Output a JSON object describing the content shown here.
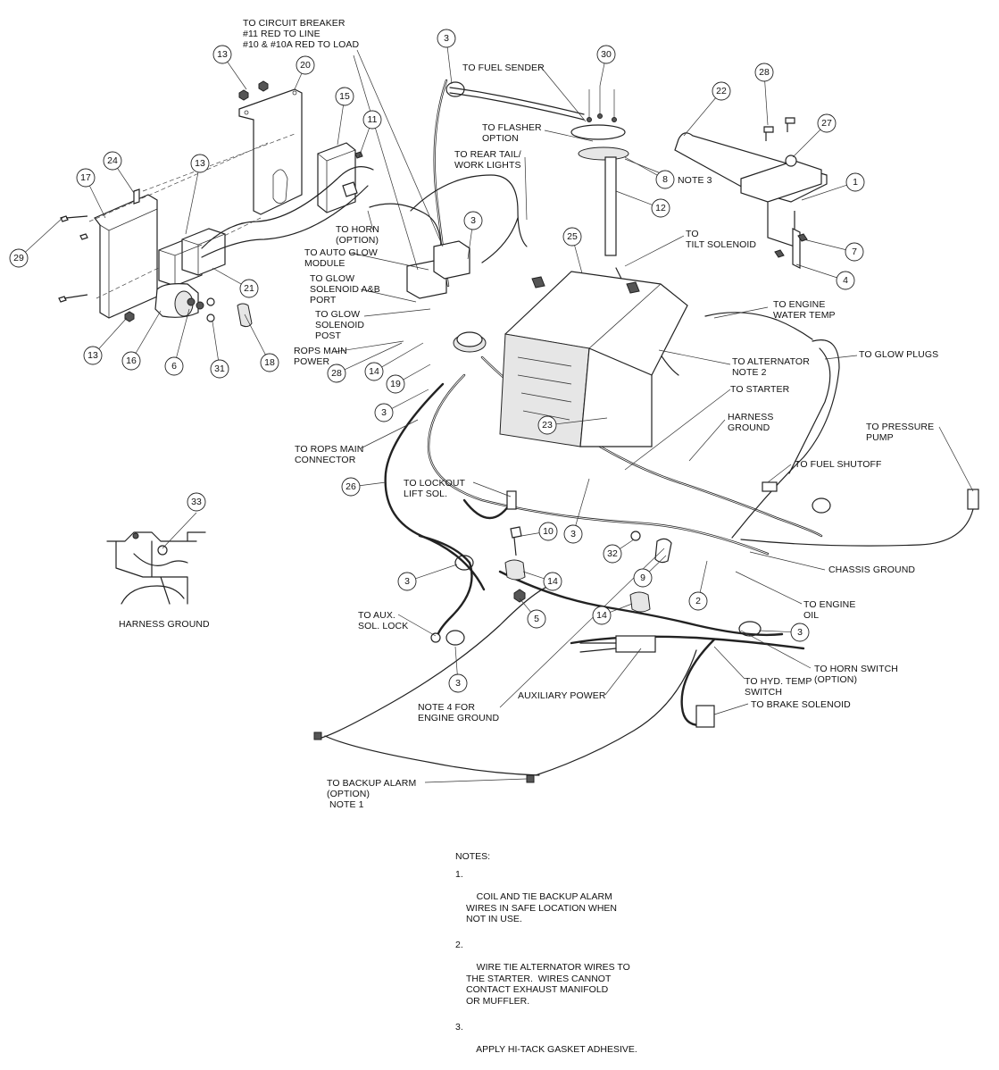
{
  "labels": {
    "circuit_breaker": "TO CIRCUIT BREAKER\n#11 RED TO LINE\n#10 & #10A RED TO LOAD",
    "fuel_sender": "TO FUEL SENDER",
    "flasher": "TO FLASHER\nOPTION",
    "rear_tail": "TO REAR TAIL/\nWORK LIGHTS",
    "note3": "NOTE 3",
    "tilt_solenoid": "TO\nTILT SOLENOID",
    "horn_option": "TO HORN\n(OPTION)",
    "auto_glow": "TO AUTO GLOW\nMODULE",
    "glow_port": "TO GLOW\nSOLENOID A&B\nPORT",
    "glow_post": "TO GLOW\nSOLENOID\nPOST",
    "rops_power": "ROPS MAIN\nPOWER",
    "engine_water": "TO ENGINE\nWATER TEMP",
    "glow_plugs": "TO GLOW PLUGS",
    "alternator": "TO ALTERNATOR\nNOTE 2",
    "starter": "TO STARTER",
    "harness_ground": "HARNESS\nGROUND",
    "pressure_pump": "TO PRESSURE\nPUMP",
    "fuel_shutoff": "TO FUEL SHUTOFF",
    "rops_connector": "TO ROPS MAIN\nCONNECTOR",
    "lockout": "TO LOCKOUT\nLIFT SOL.",
    "chassis_ground": "CHASSIS GROUND",
    "engine_oil": "TO ENGINE\nOIL",
    "aux_lock": "TO AUX.\nSOL. LOCK",
    "horn_switch": "TO HORN SWITCH\n(OPTION)",
    "hyd_temp": "TO HYD. TEMP\nSWITCH",
    "brake_solenoid": "TO BRAKE SOLENOID",
    "aux_power": "AUXILIARY POWER",
    "note4": "NOTE 4 FOR\nENGINE GROUND",
    "backup_alarm": "TO BACKUP ALARM\n(OPTION)\n NOTE 1",
    "harness_ground_inset": "HARNESS GROUND"
  },
  "balloons": [
    "3",
    "30",
    "28",
    "22",
    "27",
    "1",
    "13",
    "20",
    "15",
    "11",
    "24",
    "17",
    "13",
    "29",
    "21",
    "13",
    "16",
    "6",
    "31",
    "18",
    "3",
    "25",
    "8",
    "12",
    "7",
    "4",
    "28",
    "14",
    "19",
    "3",
    "23",
    "26",
    "33",
    "10",
    "32",
    "14",
    "9",
    "2",
    "3",
    "5",
    "14",
    "3",
    "3",
    "3"
  ],
  "notes": {
    "title": "NOTES:",
    "items": [
      {
        "num": "1.",
        "text": "COIL AND TIE BACKUP ALARM\nWIRES IN SAFE LOCATION WHEN\nNOT IN USE."
      },
      {
        "num": "2.",
        "text": "WIRE TIE ALTERNATOR WIRES TO\nTHE STARTER.  WIRES CANNOT\nCONTACT EXHAUST MANIFOLD\nOR MUFFLER."
      },
      {
        "num": "3.",
        "text": "APPLY HI-TACK GASKET ADHESIVE."
      }
    ]
  }
}
